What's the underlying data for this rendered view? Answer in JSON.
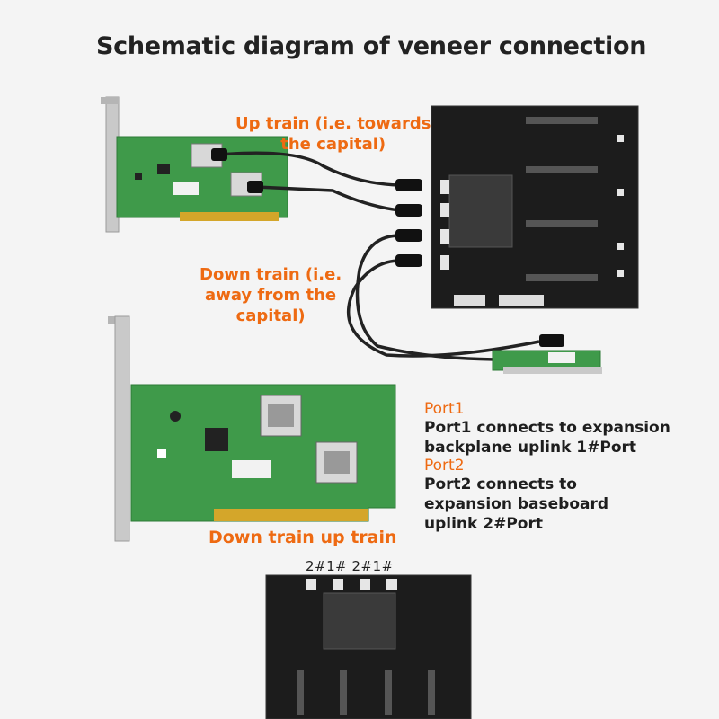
{
  "title": "Schematic diagram of veneer connection",
  "labels": {
    "up_train": [
      "Up train (i.e. towards",
      "the capital)"
    ],
    "down_train": [
      "Down train (i.e.",
      "away from the",
      "capital)"
    ],
    "down_up_train": "Down train up train"
  },
  "ports": {
    "port1_title": "Port1",
    "port1_desc": [
      "Port1 connects to expansion",
      "backplane uplink 1#Port"
    ],
    "port2_title": "Port2",
    "port2_desc": [
      "Port2 connects to",
      "expansion baseboard",
      "uplink 2#Port"
    ]
  },
  "port_numbers": "2#1# 2#1#",
  "colors": {
    "accent_orange": "#ee6a12",
    "pcb_green": "#3f9a4a",
    "pcb_black": "#1c1c1c",
    "bracket_silver": "#c9c9c9"
  }
}
